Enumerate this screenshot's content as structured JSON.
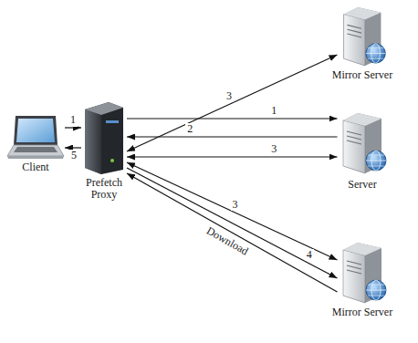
{
  "diagram": {
    "nodes": [
      {
        "text": [
          "Client"
        ]
      },
      {
        "text": [
          "Prefetch Proxy"
        ]
      },
      {
        "text": [
          "Mirror Server"
        ]
      },
      {
        "text": [
          "Server"
        ]
      },
      {
        "text": [
          "Mirror Server"
        ]
      }
    ],
    "edges": [
      {
        "from": 0,
        "to": 1,
        "label": "1",
        "arrow": "to"
      },
      {
        "from": 1,
        "to": 0,
        "label": "5",
        "arrow": "to"
      },
      {
        "from": 1,
        "to": 2,
        "label": "3",
        "arrow": "both"
      },
      {
        "from": 1,
        "to": 3,
        "label": "1",
        "arrow": "to"
      },
      {
        "from": 3,
        "to": 1,
        "label": "2",
        "arrow": "to"
      },
      {
        "from": 1,
        "to": 3,
        "label": "3",
        "arrow": "both"
      },
      {
        "from": 1,
        "to": 4,
        "label": "3",
        "arrow": "both"
      },
      {
        "from": 1,
        "to": 4,
        "label": "4",
        "arrow": "to"
      },
      {
        "from": 4,
        "to": 1,
        "label": "Download",
        "arrow": "to"
      }
    ]
  }
}
